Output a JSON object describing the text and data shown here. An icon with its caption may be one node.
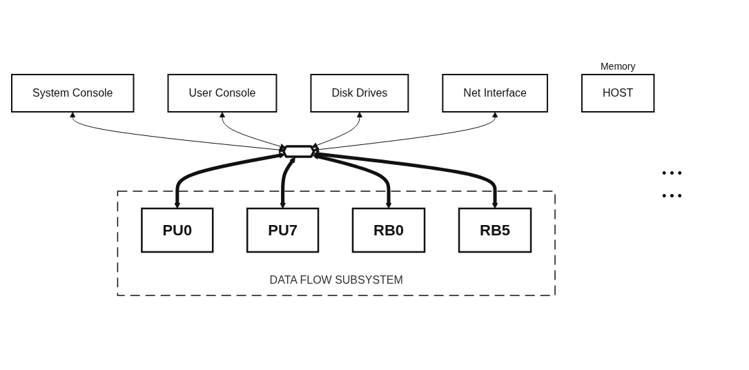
{
  "diagram": {
    "nodes": [
      {
        "text": [
          "System Console"
        ]
      },
      {
        "text": [
          "User Console"
        ]
      },
      {
        "text": [
          "Disk Drives"
        ]
      },
      {
        "text": [
          "Net Interface"
        ]
      },
      {
        "text": [
          "HOST"
        ],
        "beside": [
          "Memory"
        ]
      },
      {
        "text": [],
        "shape": "bar"
      },
      {
        "text": [
          "DATA FLOW SUBSYSTEM"
        ]
      },
      {
        "text": [
          "PU0"
        ],
        "in": 6
      },
      {
        "text": [
          "PU7"
        ],
        "in": 6
      },
      {
        "text": [
          "RB0"
        ],
        "in": 6
      },
      {
        "text": [
          "RB5"
        ],
        "in": 6
      }
    ],
    "edges": [
      {
        "from": 0,
        "to": 5,
        "arrow": "both"
      },
      {
        "from": 1,
        "to": 5,
        "arrow": "both"
      },
      {
        "from": 2,
        "to": 5,
        "arrow": "both"
      },
      {
        "from": 3,
        "to": 5,
        "arrow": "both"
      },
      {
        "from": 5,
        "to": 7,
        "arrow": "both",
        "style": "thick"
      },
      {
        "from": 5,
        "to": 8,
        "arrow": "both",
        "style": "thick"
      },
      {
        "from": 5,
        "to": 9,
        "arrow": "both",
        "style": "thick"
      },
      {
        "from": 5,
        "to": 10,
        "arrow": "both",
        "style": "thick"
      }
    ],
    "labels": [
      "• • •",
      "• • •"
    ]
  }
}
